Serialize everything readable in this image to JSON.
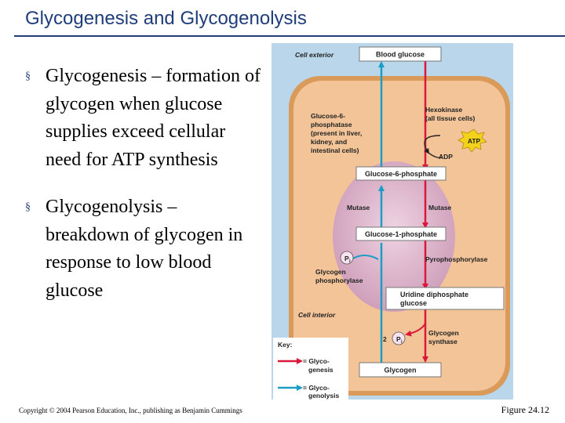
{
  "slide": {
    "title": "Glycogenesis and Glycogenolysis",
    "bullets": [
      "Glycogenesis – formation of glycogen when glucose supplies exceed cellular need for ATP synthesis",
      "Glycogenolysis – breakdown of glycogen in response to low blood glucose"
    ],
    "bullet_mark": "§"
  },
  "figure": {
    "cell_exterior": "Cell exterior",
    "cell_interior": "Cell interior",
    "blood_glucose": "Blood glucose",
    "hexokinase_1": "Hexokinase",
    "hexokinase_2": "(all tissue cells)",
    "atp": "ATP",
    "adp": "ADP",
    "g6p_enzyme": [
      "Glucose-6-",
      "phosphatase",
      "(present in liver,",
      "kidney, and",
      "intestinal cells)"
    ],
    "glucose_6_phosphate": "Glucose-6-phosphate",
    "mutase_left": "Mutase",
    "mutase_right": "Mutase",
    "glucose_1_phosphate": "Glucose-1-phosphate",
    "pi": "P",
    "pi_sub": "i",
    "glycogen_phosphorylase_1": "Glycogen",
    "glycogen_phosphorylase_2": "phosphorylase",
    "pyrophosphorylase": "Pyrophosphorylase",
    "udp_glucose_1": "Uridine diphosphate",
    "udp_glucose_2": "glucose",
    "two_pi_num": "2",
    "glycogen_synthase_1": "Glycogen",
    "glycogen_synthase_2": "synthase",
    "glycogen": "Glycogen",
    "key_title": "Key:",
    "key_glycogenesis_1": "= Glyco-",
    "key_glycogenesis_2": "genesis",
    "key_glycogenolysis_1": "= Glyco-",
    "key_glycogenolysis_2": "genolysis",
    "colors": {
      "glycogenesis": "#d9183b",
      "glycogenolysis": "#1a9ec6",
      "cytoplasm": "#f2c497",
      "membrane": "#d99a5a",
      "nucleus": "#dcb1c8"
    }
  },
  "footer": {
    "copyright": "Copyright © 2004 Pearson Education, Inc., publishing as Benjamin Cummings",
    "figure_label": "Figure 24.12"
  }
}
